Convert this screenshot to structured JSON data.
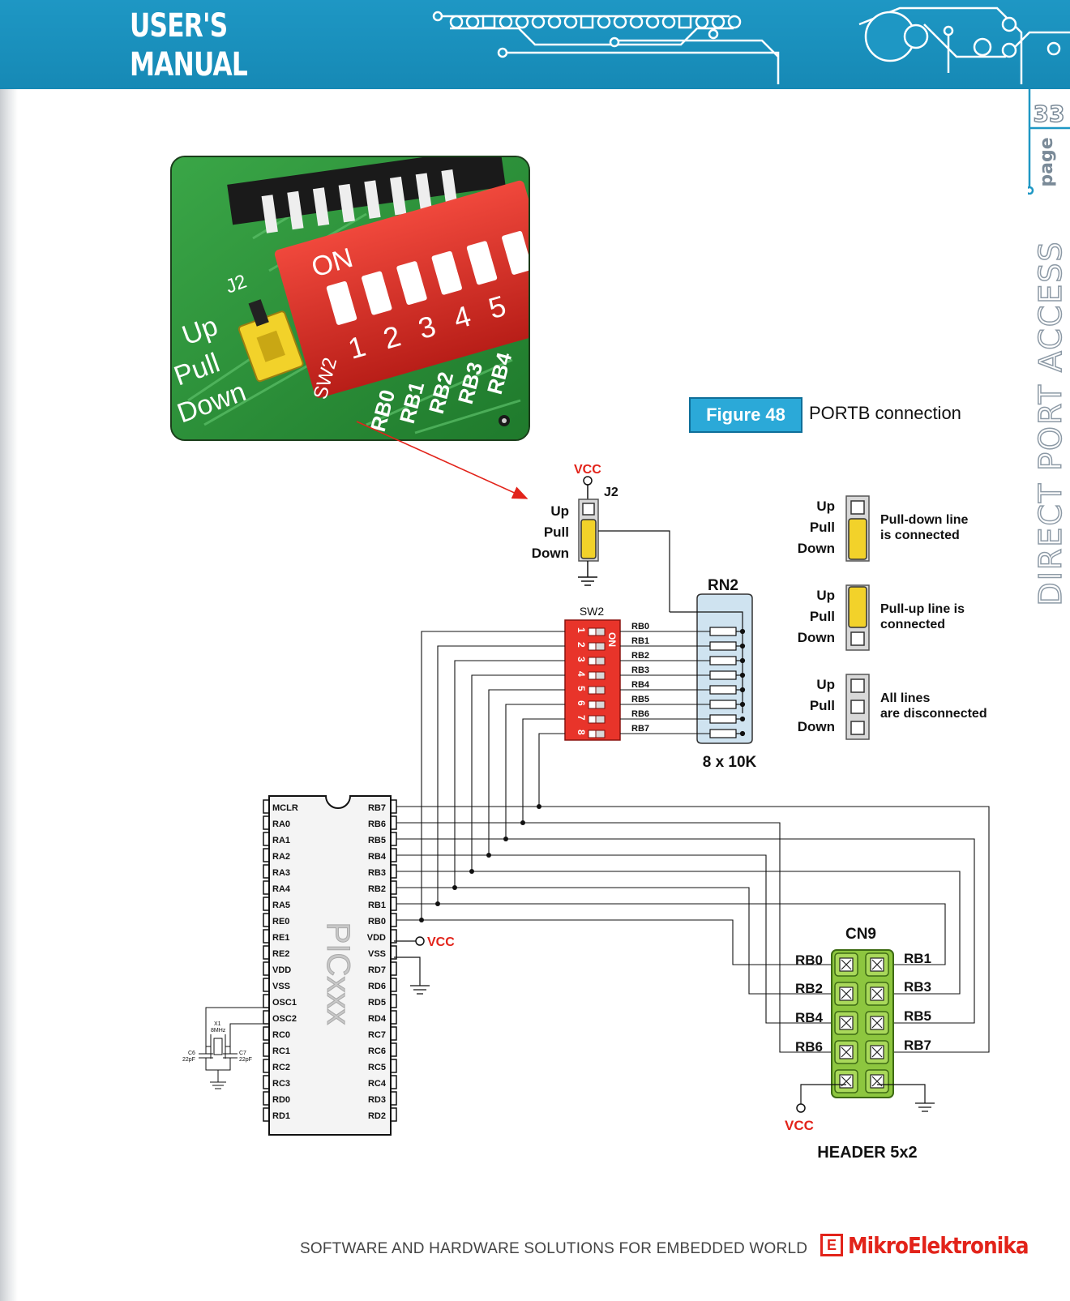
{
  "header": {
    "title_line1": "USER'S",
    "title_line2": "MANUAL",
    "page_number": "33",
    "page_word": "page",
    "section": "DIRECT PORT ACCESS"
  },
  "photo": {
    "on_label": "ON",
    "switch_numbers": [
      "1",
      "2",
      "3",
      "4",
      "5"
    ],
    "jumper_label": "J2",
    "up_label": "Up",
    "pull_label": "Pull",
    "down_label": "Down",
    "sw_label": "SW2",
    "rb_labels": [
      "RB0",
      "RB1",
      "RB2",
      "RB3",
      "RB4"
    ]
  },
  "figure": {
    "badge": "Figure 48",
    "caption": "PORTB connection"
  },
  "schematic": {
    "vcc": "VCC",
    "j2": {
      "name": "J2",
      "up": "Up",
      "pull": "Pull",
      "down": "Down"
    },
    "sw2": {
      "name": "SW2",
      "on": "ON",
      "numbers": [
        "1",
        "2",
        "3",
        "4",
        "5",
        "6",
        "7",
        "8"
      ],
      "lines": [
        "RB0",
        "RB1",
        "RB2",
        "RB3",
        "RB4",
        "RB5",
        "RB6",
        "RB7"
      ]
    },
    "rn2": {
      "name": "RN2",
      "value": "8 x 10K"
    },
    "legend": [
      {
        "up": "Up",
        "pull": "Pull",
        "down": "Down",
        "text1": "Pull-down line",
        "text2": "is connected",
        "position": "bottom"
      },
      {
        "up": "Up",
        "pull": "Pull",
        "down": "Down",
        "text1": "Pull-up line is",
        "text2": "connected",
        "position": "top"
      },
      {
        "up": "Up",
        "pull": "Pull",
        "down": "Down",
        "text1": "All lines",
        "text2": "are disconnected",
        "position": "none"
      }
    ],
    "mcu": {
      "name": "PICxxx",
      "left_pins": [
        "MCLR",
        "RA0",
        "RA1",
        "RA2",
        "RA3",
        "RA4",
        "RA5",
        "RE0",
        "RE1",
        "RE2",
        "VDD",
        "VSS",
        "OSC1",
        "OSC2",
        "RC0",
        "RC1",
        "RC2",
        "RC3",
        "RD0",
        "RD1"
      ],
      "right_pins": [
        "RB7",
        "RB6",
        "RB5",
        "RB4",
        "RB3",
        "RB2",
        "RB1",
        "RB0",
        "VDD",
        "VSS",
        "RD7",
        "RD6",
        "RD5",
        "RD4",
        "RC7",
        "RC6",
        "RC5",
        "RC4",
        "RD3",
        "RD2"
      ],
      "vcc": "VCC"
    },
    "oscillator": {
      "crystal": "X1",
      "freq": "8MHz",
      "c6": "C6",
      "c6_val": "22pF",
      "c7": "C7",
      "c7_val": "22pF"
    },
    "cn9": {
      "name": "CN9",
      "left_labels": [
        "RB0",
        "RB2",
        "RB4",
        "RB6"
      ],
      "right_labels": [
        "RB1",
        "RB3",
        "RB5",
        "RB7"
      ],
      "vcc": "VCC",
      "type": "HEADER 5x2"
    }
  },
  "footer": {
    "tagline": "SOFTWARE AND HARDWARE SOLUTIONS FOR EMBEDDED WORLD",
    "brand_logo": "E",
    "brand_name": "MikroElektronika"
  },
  "colors": {
    "header_blue": "#1e97c4",
    "vcc_red": "#e2231a",
    "jumper_yellow": "#f2d22a",
    "switch_red": "#e8342a",
    "resistor_blue": "#cfe3f0",
    "header_green": "#8dc63f"
  }
}
